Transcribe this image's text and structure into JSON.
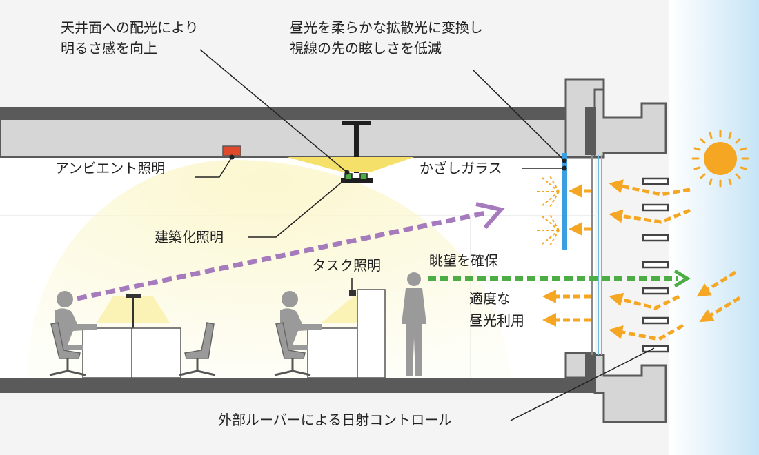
{
  "labels": {
    "ceiling_light_effect": [
      "天井面への配光により",
      "明るさ感を向上"
    ],
    "daylight_effect": [
      "昼光を柔らかな拡散光に変換し",
      "視線の先の眩しさを低減"
    ],
    "ambient": "アンビエント照明",
    "kazashi_glass": "かざしガラス",
    "architectural": "建築化照明",
    "task": "タスク照明",
    "view": "眺望を確保",
    "daylight_use": [
      "適度な",
      "昼光利用"
    ],
    "louver": "外部ルーバーによる日射コントロール"
  },
  "colors": {
    "structure": "#5a5a5a",
    "beam": "#d6d6d6",
    "sky": "#cfe8f6",
    "sunlight": "#f5a623",
    "view_arrow": "#4cad45",
    "sightline": "#a57bbd",
    "diffuser": "#3a9ee0",
    "person": "#9a9a9a",
    "light_glow": "#f6f2c8",
    "light_cone": "#f5e06a"
  },
  "icons": [
    "sun-icon",
    "person-icon",
    "chair-icon",
    "desk-icon"
  ]
}
